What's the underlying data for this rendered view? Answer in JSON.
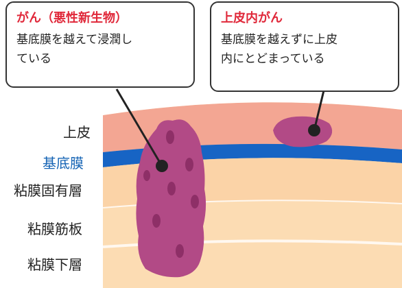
{
  "callouts": {
    "cancer": {
      "title": "がん（悪性新生物）",
      "body": "基底膜を越えて浸潤し\nている"
    },
    "intraepithelial": {
      "title": "上皮内がん",
      "body": "基底膜を越えずに上皮\n内にとどまっている"
    }
  },
  "layers": {
    "epithelium": "上皮",
    "basement_membrane": "基底膜",
    "lamina_propria": "粘膜固有層",
    "muscularis_mucosae": "粘膜筋板",
    "submucosa": "粘膜下層"
  },
  "colors": {
    "epithelium": "#f3a693",
    "basement_membrane": "#1764c4",
    "mucosa": "#fbd1a3",
    "tumor": "#b24a86",
    "tumor_spot": "#8e2f67",
    "title_red": "#e0283a",
    "label_blue": "#1463b4"
  }
}
